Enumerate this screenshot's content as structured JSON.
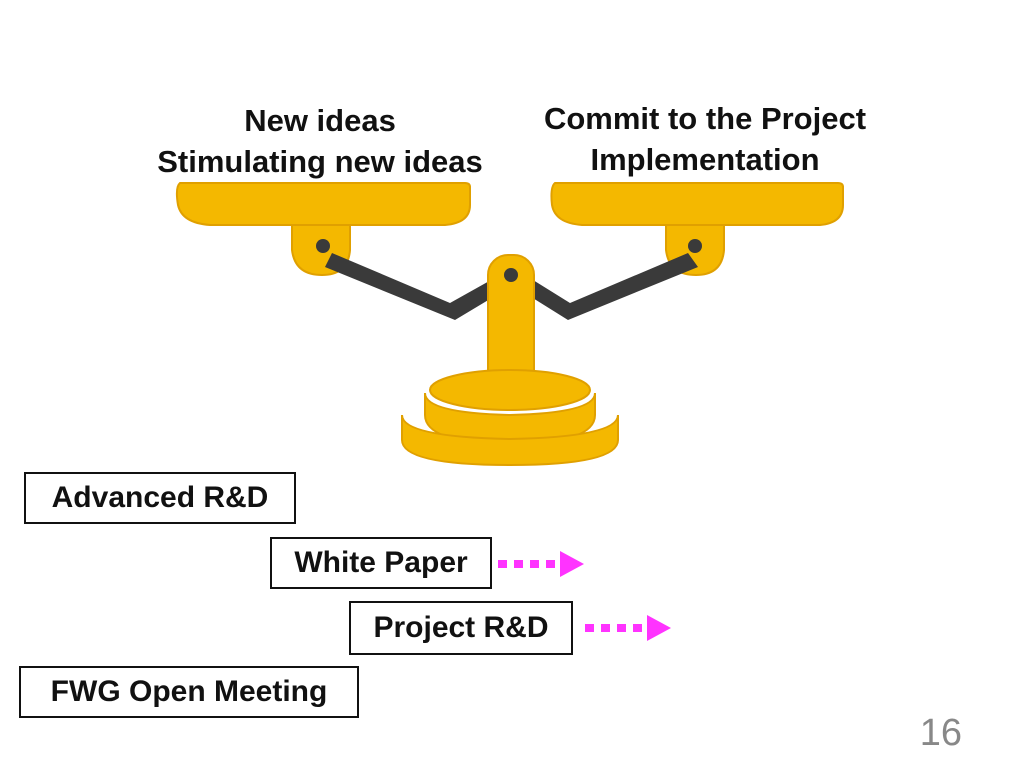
{
  "left_pan": {
    "line1": "New ideas",
    "line2": "Stimulating new ideas"
  },
  "right_pan": {
    "line1": "Commit to the Project",
    "line2": "Implementation"
  },
  "boxes": {
    "advanced": "Advanced R&D",
    "white_paper": "White Paper",
    "project": "Project R&D",
    "fwg": "FWG Open Meeting"
  },
  "page_number": "16",
  "colors": {
    "scale_yellow": "#F4B800",
    "scale_shadow": "#E0A000",
    "arm_dark": "#3A3A3A",
    "arrow_magenta": "#FF33FF"
  },
  "icons": {
    "balance": "balance-scale-icon",
    "arrow": "dotted-arrow-right-icon"
  }
}
